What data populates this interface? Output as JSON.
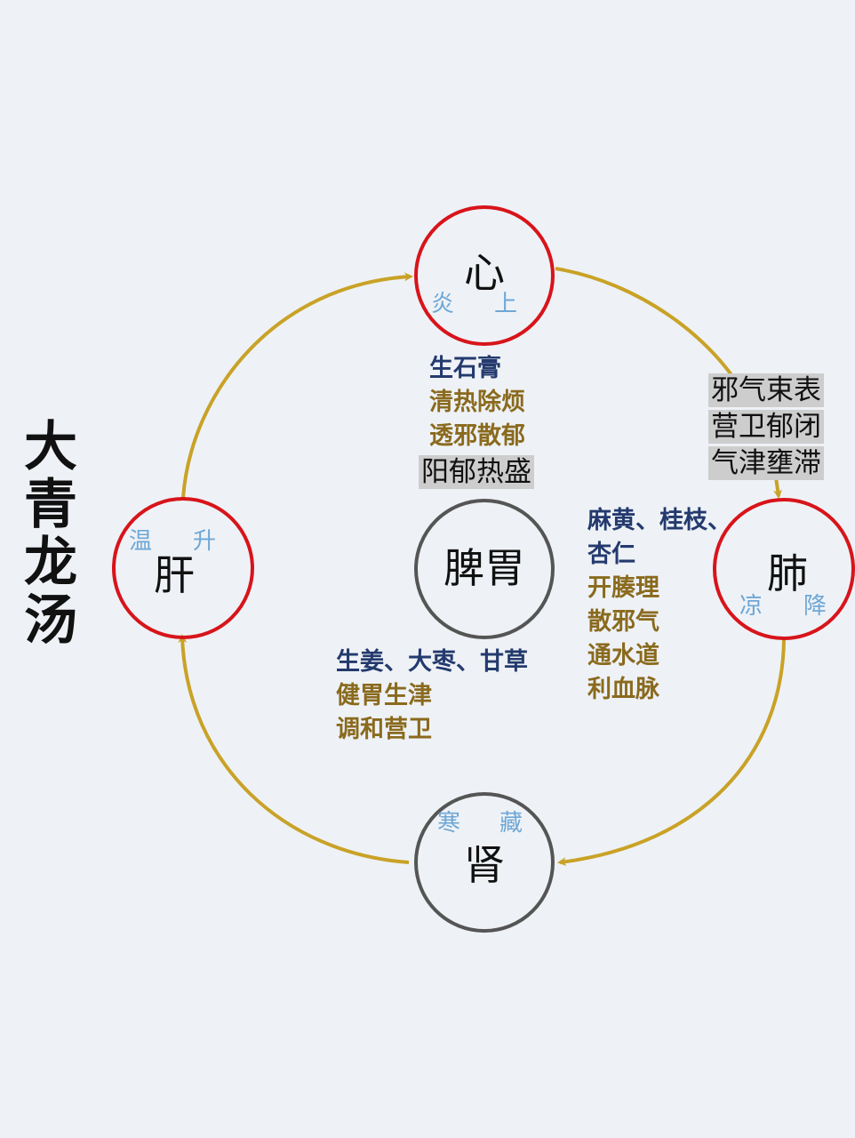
{
  "title": [
    "大",
    "青",
    "龙",
    "汤"
  ],
  "colors": {
    "arrow": "#c9a227",
    "red_ring": "#d8141b",
    "gray_ring": "#555555",
    "herb_text": "#243a6e",
    "function_text": "#8a6a1e",
    "tag_text": "#6fa7d6",
    "box_bg": "#cdcdcd"
  },
  "organs": {
    "heart": {
      "name": "心",
      "tag_left": "炎",
      "tag_right": "上"
    },
    "liver": {
      "name": "肝",
      "tag_left": "温",
      "tag_right": "升"
    },
    "lung": {
      "name": "肺",
      "tag_left": "凉",
      "tag_right": "降"
    },
    "kidney": {
      "name": "肾",
      "tag_left": "寒",
      "tag_right": "藏"
    },
    "spleen": {
      "name": "脾胃"
    }
  },
  "heart_notes": {
    "herb": "生石膏",
    "functions": [
      "清热除烦",
      "透邪散郁"
    ],
    "pathology": "阳郁热盛"
  },
  "lung_pathology": [
    "邪气束表",
    "营卫郁闭",
    "气津壅滞"
  ],
  "lung_notes": {
    "herbs": [
      "麻黄、桂枝、",
      "杏仁"
    ],
    "functions": [
      "开腠理",
      "散邪气",
      "通水道",
      "利血脉"
    ]
  },
  "spleen_notes": {
    "herbs": "生姜、大枣、甘草",
    "functions": [
      "健胃生津",
      "调和营卫"
    ]
  }
}
